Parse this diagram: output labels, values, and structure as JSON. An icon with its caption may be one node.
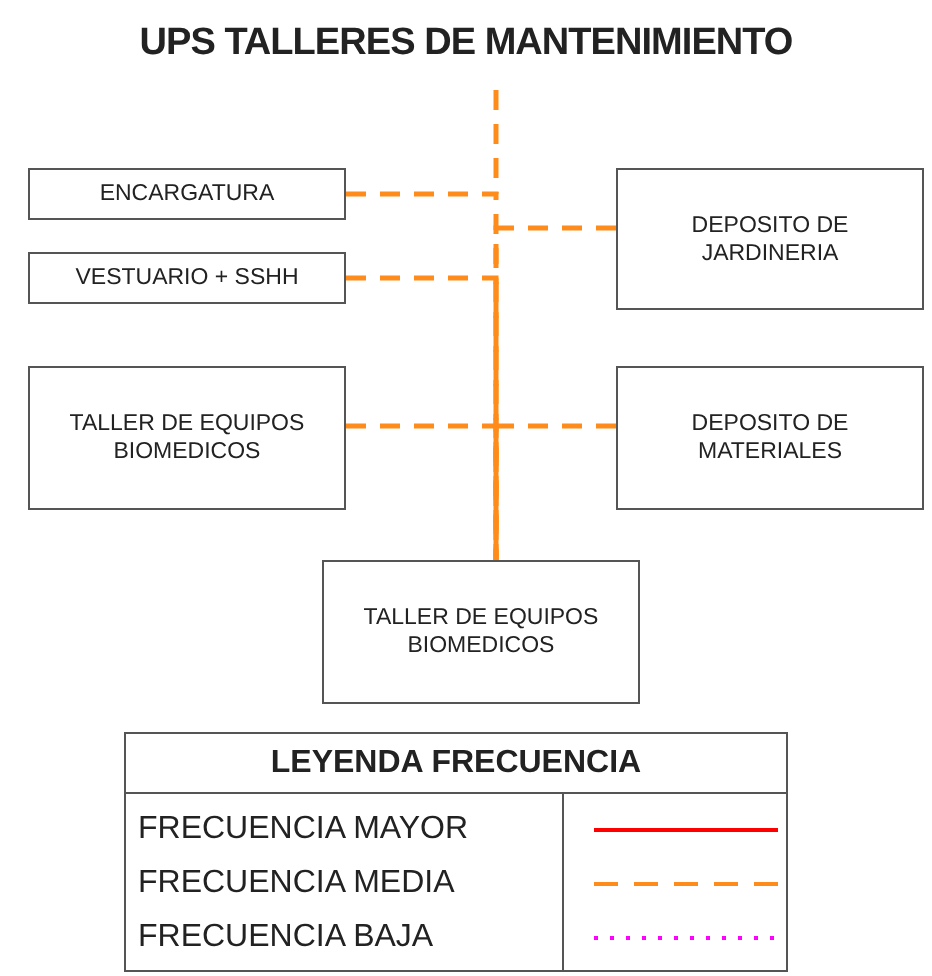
{
  "diagram": {
    "title": "UPS TALLERES DE MANTENIMIENTO",
    "nodes": [
      {
        "text": [
          "ENCARGATURA"
        ]
      },
      {
        "text": [
          "VESTUARIO + SSHH"
        ]
      },
      {
        "text": [
          "DEPOSITO DE JARDINERIA"
        ]
      },
      {
        "text": [
          "TALLER DE EQUIPOS BIOMEDICOS"
        ]
      },
      {
        "text": [
          "DEPOSITO DE MATERIALES"
        ]
      },
      {
        "text": [
          "TALLER DE EQUIPOS BIOMEDICOS"
        ]
      }
    ],
    "edges": [
      {
        "from": 0,
        "to": 5,
        "arrow": "none",
        "style": "dashed"
      },
      {
        "from": 1,
        "to": 5,
        "arrow": "none",
        "style": "dashed"
      },
      {
        "from": 2,
        "to": 5,
        "arrow": "none",
        "style": "dashed"
      },
      {
        "from": 3,
        "to": 5,
        "arrow": "none",
        "style": "dashed"
      },
      {
        "from": 4,
        "to": 5,
        "arrow": "none",
        "style": "dashed"
      }
    ],
    "labels": [
      "LEYENDA FRECUENCIA"
    ],
    "legend": [
      {
        "text": "FRECUENCIA MAYOR"
      },
      {
        "text": "FRECUENCIA MEDIA"
      },
      {
        "text": "FRECUENCIA BAJA"
      }
    ]
  }
}
